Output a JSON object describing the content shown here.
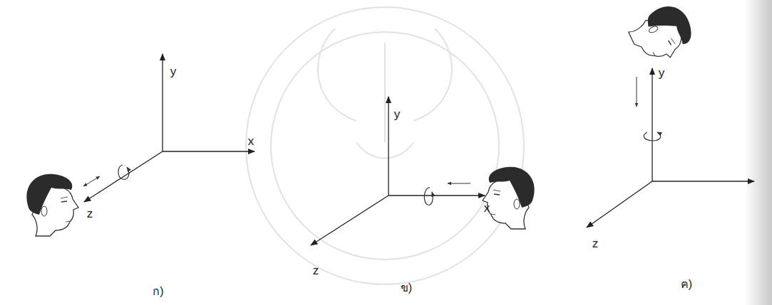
{
  "diagram": {
    "labels": [
      "y",
      "x",
      "z",
      "ก)",
      "y",
      "x",
      "z",
      "ข)",
      "y",
      "z",
      "ค)"
    ]
  }
}
